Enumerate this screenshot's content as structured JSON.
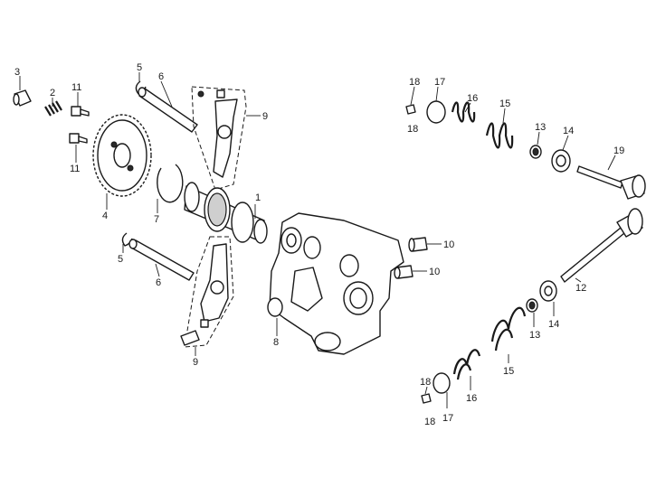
{
  "callouts": [
    "3",
    "2",
    "11",
    "11",
    "4",
    "5",
    "6",
    "9",
    "7",
    "1",
    "5",
    "6",
    "9",
    "8",
    "10",
    "10",
    "18",
    "18",
    "17",
    "16",
    "15",
    "13",
    "14",
    "19",
    "12",
    "14",
    "13",
    "15",
    "16",
    "18",
    "18",
    "17"
  ]
}
